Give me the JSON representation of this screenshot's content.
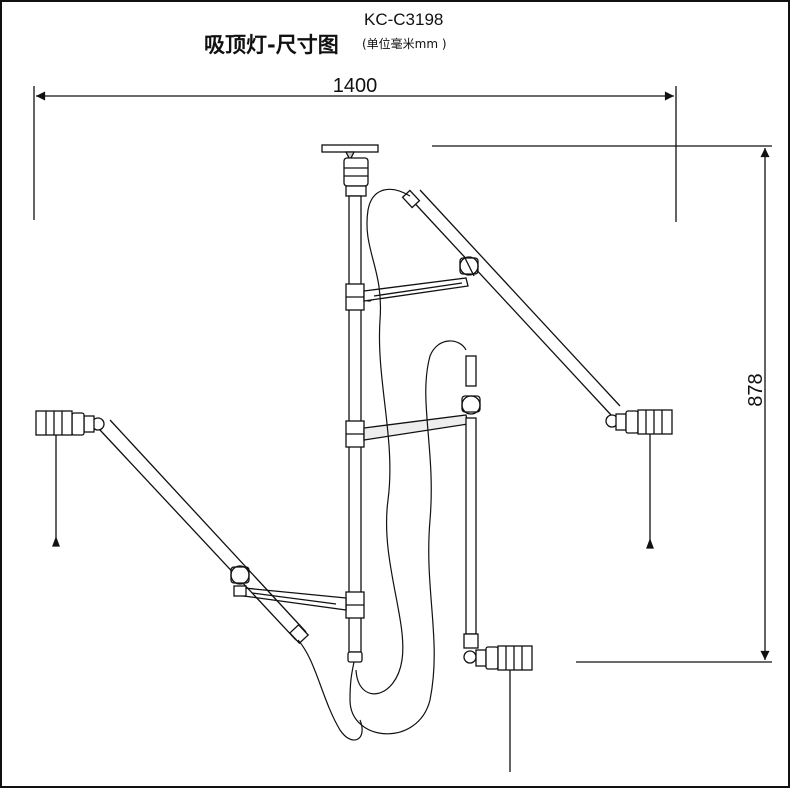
{
  "header": {
    "model": "KC-C3198",
    "title": "吸顶灯-尺寸图",
    "unit_note": "(单位毫米mm )"
  },
  "dimensions": {
    "width": "1400",
    "height": "878"
  }
}
